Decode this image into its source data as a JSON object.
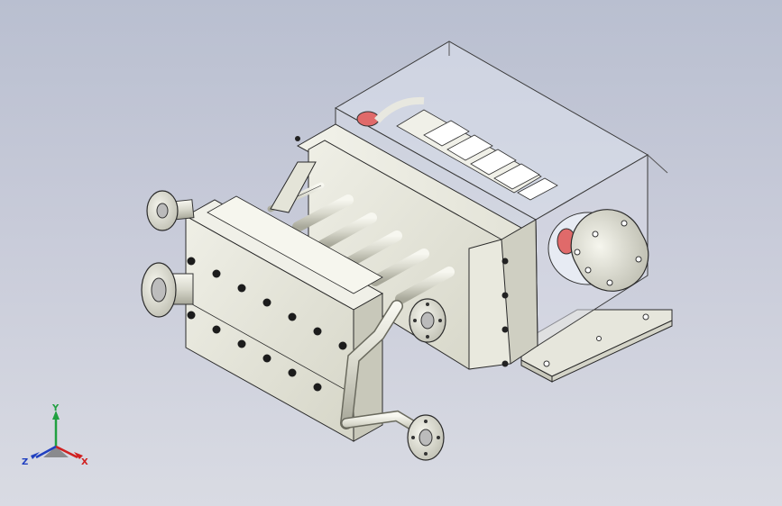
{
  "viewport": {
    "background_top": "#b9bfd0",
    "background_bottom": "#d9dbe3"
  },
  "model": {
    "body_color": "#e8e8dc",
    "edge_color": "#2a2a2a",
    "glass_color": "#dfe3ee",
    "accent_color": "#e06a6a"
  },
  "triad": {
    "x_label": "X",
    "y_label": "Y",
    "z_label": "Z",
    "x_color": "#d02020",
    "y_color": "#20a040",
    "z_color": "#2040c0"
  }
}
